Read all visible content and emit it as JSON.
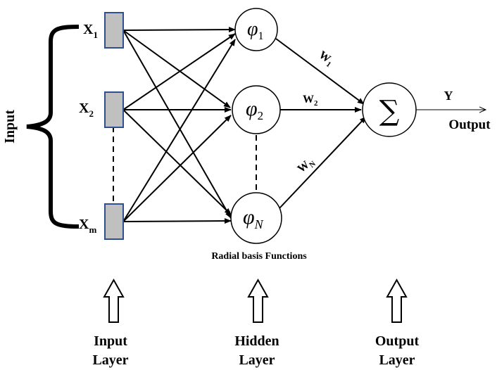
{
  "diagram": {
    "input_side_label": "Input",
    "inputs": [
      {
        "name": "X",
        "sub": "1"
      },
      {
        "name": "X",
        "sub": "2"
      },
      {
        "name": "X",
        "sub": "m"
      }
    ],
    "hidden_nodes": [
      {
        "symbol": "φ",
        "sub": "1"
      },
      {
        "symbol": "φ",
        "sub": "2"
      },
      {
        "symbol": "φ",
        "sub": "N"
      }
    ],
    "weights": [
      {
        "name": "W",
        "sub": "1"
      },
      {
        "name": "W",
        "sub": "2"
      },
      {
        "name": "W",
        "sub": "N"
      }
    ],
    "sum_symbol": "∑",
    "output_symbol": "Y",
    "output_label": "Output",
    "hidden_caption": "Radial basis Functions",
    "layers": [
      {
        "line1": "Input",
        "line2": "Layer"
      },
      {
        "line1": "Hidden",
        "line2": "Layer"
      },
      {
        "line1": "Output",
        "line2": "Layer"
      }
    ],
    "colors": {
      "input_box_fill": "#c0c0c0",
      "input_box_stroke": "#2f4f8f",
      "line": "#000000"
    }
  }
}
